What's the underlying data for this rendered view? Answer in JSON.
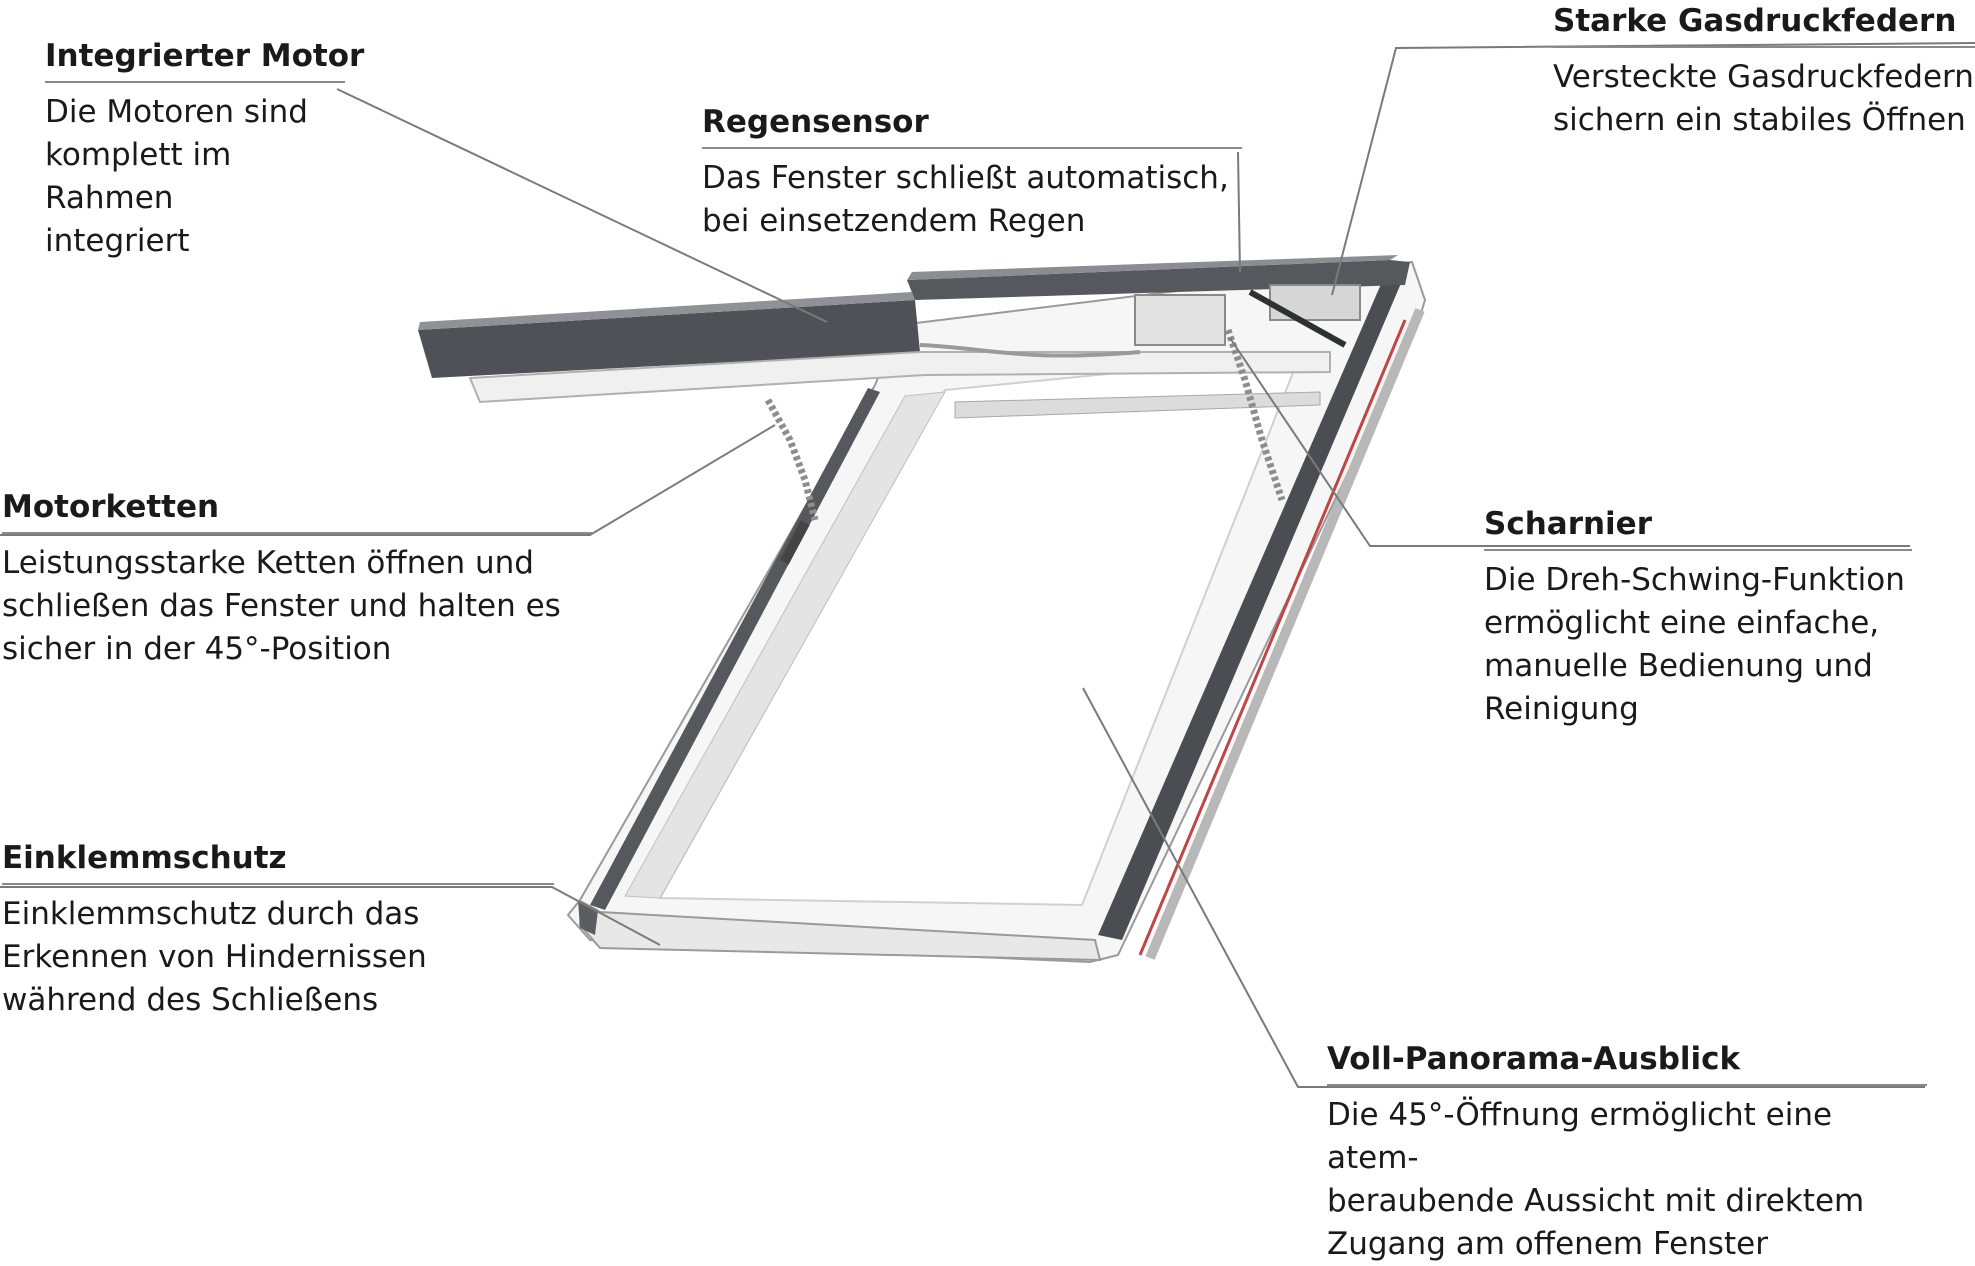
{
  "callouts": {
    "motor": {
      "title": "Integrierter Motor",
      "desc": "Die Motoren sind\nkomplett im Rahmen\nintegriert"
    },
    "regen": {
      "title": "Regensensor",
      "desc": "Das Fenster schließt automatisch,\nbei einsetzendem Regen"
    },
    "gas": {
      "title": "Starke Gasdruckfedern",
      "desc": "Versteckte Gasdruckfedern\nsichern ein stabiles Öffnen"
    },
    "ketten": {
      "title": "Motorketten",
      "desc": "Leistungsstarke Ketten öffnen und\nschließen das Fenster und halten es\nsicher in der 45°-Position"
    },
    "scharnier": {
      "title": "Scharnier",
      "desc": "Die Dreh-Schwing-Funktion\nermöglicht eine einfache,\nmanuelle Bedienung und\nReinigung"
    },
    "klemm": {
      "title": "Einklemmschutz",
      "desc": "Einklemmschutz durch das\nErkennen von Hindernissen\nwährend des Schließens"
    },
    "panorama": {
      "title": "Voll-Panorama-Ausblick",
      "desc": "Die 45°-Öffnung ermöglicht eine atem-\nberaubende Aussicht mit direktem\nZugang am offenem Fenster"
    }
  }
}
